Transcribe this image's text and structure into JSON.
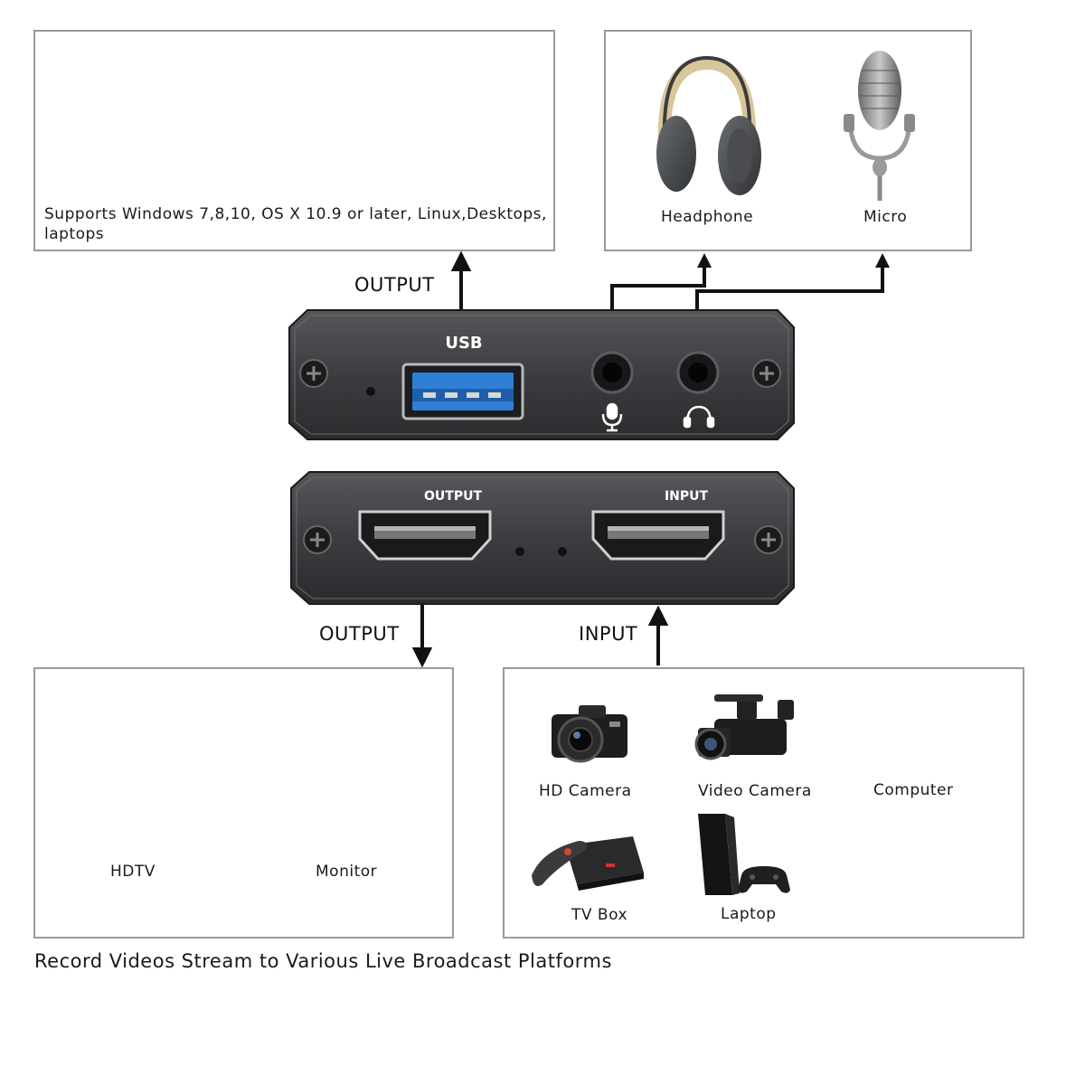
{
  "os_box": {
    "text_line1": "Supports Windows 7,8,10, OS X 10.9 or later, Linux,Desktops,",
    "text_line2": "laptops"
  },
  "audio_box": {
    "headphone": "Headphone",
    "micro": "Micro"
  },
  "arrows": {
    "usb_output": "OUTPUT",
    "hdmi_output": "OUTPUT",
    "hdmi_input": "INPUT"
  },
  "usb_device": {
    "usb_label": "USB"
  },
  "hdmi_device": {
    "output_label": "OUTPUT",
    "input_label": "INPUT"
  },
  "display_box": {
    "hdtv": "HDTV",
    "monitor": "Monitor"
  },
  "sources_box": {
    "hd_camera": "HD Camera",
    "video_camera": "Video Camera",
    "computer": "Computer",
    "tv_box": "TV Box",
    "laptop": "Laptop"
  },
  "footer": {
    "caption": "Record Videos Stream to Various Live Broadcast Platforms"
  },
  "colors": {
    "device_body": "#3c3d40",
    "usb_blue": "#2f7fd6",
    "box_border": "#9a9a9a"
  }
}
